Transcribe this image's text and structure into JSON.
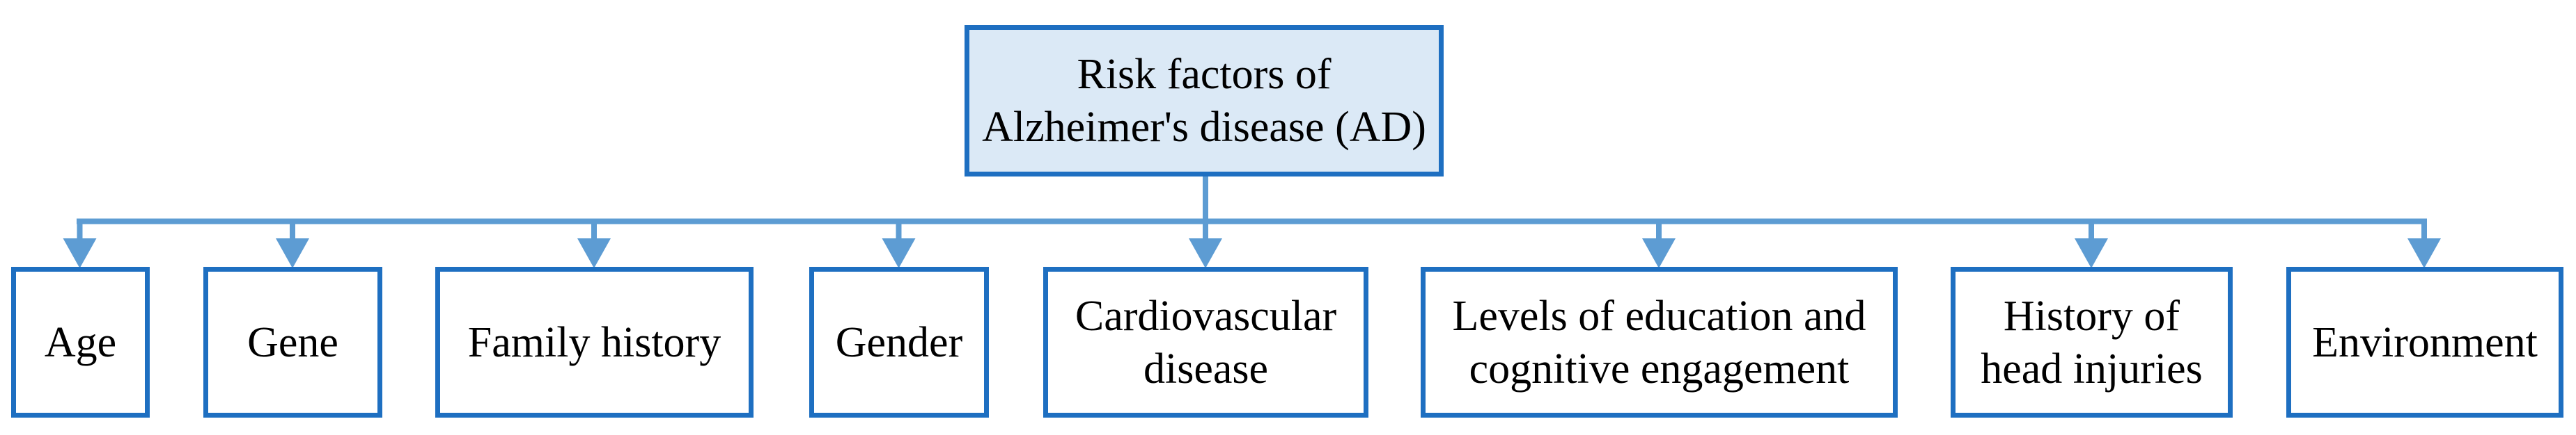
{
  "root": {
    "lines": [
      "Risk factors of",
      "Alzheimer's disease (AD)"
    ]
  },
  "children": [
    {
      "id": "age",
      "lines": [
        "Age"
      ]
    },
    {
      "id": "gene",
      "lines": [
        "Gene"
      ]
    },
    {
      "id": "family-history",
      "lines": [
        "Family history"
      ]
    },
    {
      "id": "gender",
      "lines": [
        "Gender"
      ]
    },
    {
      "id": "cardiovascular",
      "lines": [
        "Cardiovascular",
        "disease"
      ]
    },
    {
      "id": "education",
      "lines": [
        "Levels of education and",
        "cognitive engagement"
      ]
    },
    {
      "id": "head-injuries",
      "lines": [
        "History of",
        "head injuries"
      ]
    },
    {
      "id": "environment",
      "lines": [
        "Environment"
      ]
    }
  ],
  "colors": {
    "node_border": "#1e6fc1",
    "node_fill": "#ffffff",
    "root_fill": "#dbe9f6",
    "connector": "#5d9cd3",
    "text": "#000000",
    "canvas_bg": "#ffffff"
  }
}
